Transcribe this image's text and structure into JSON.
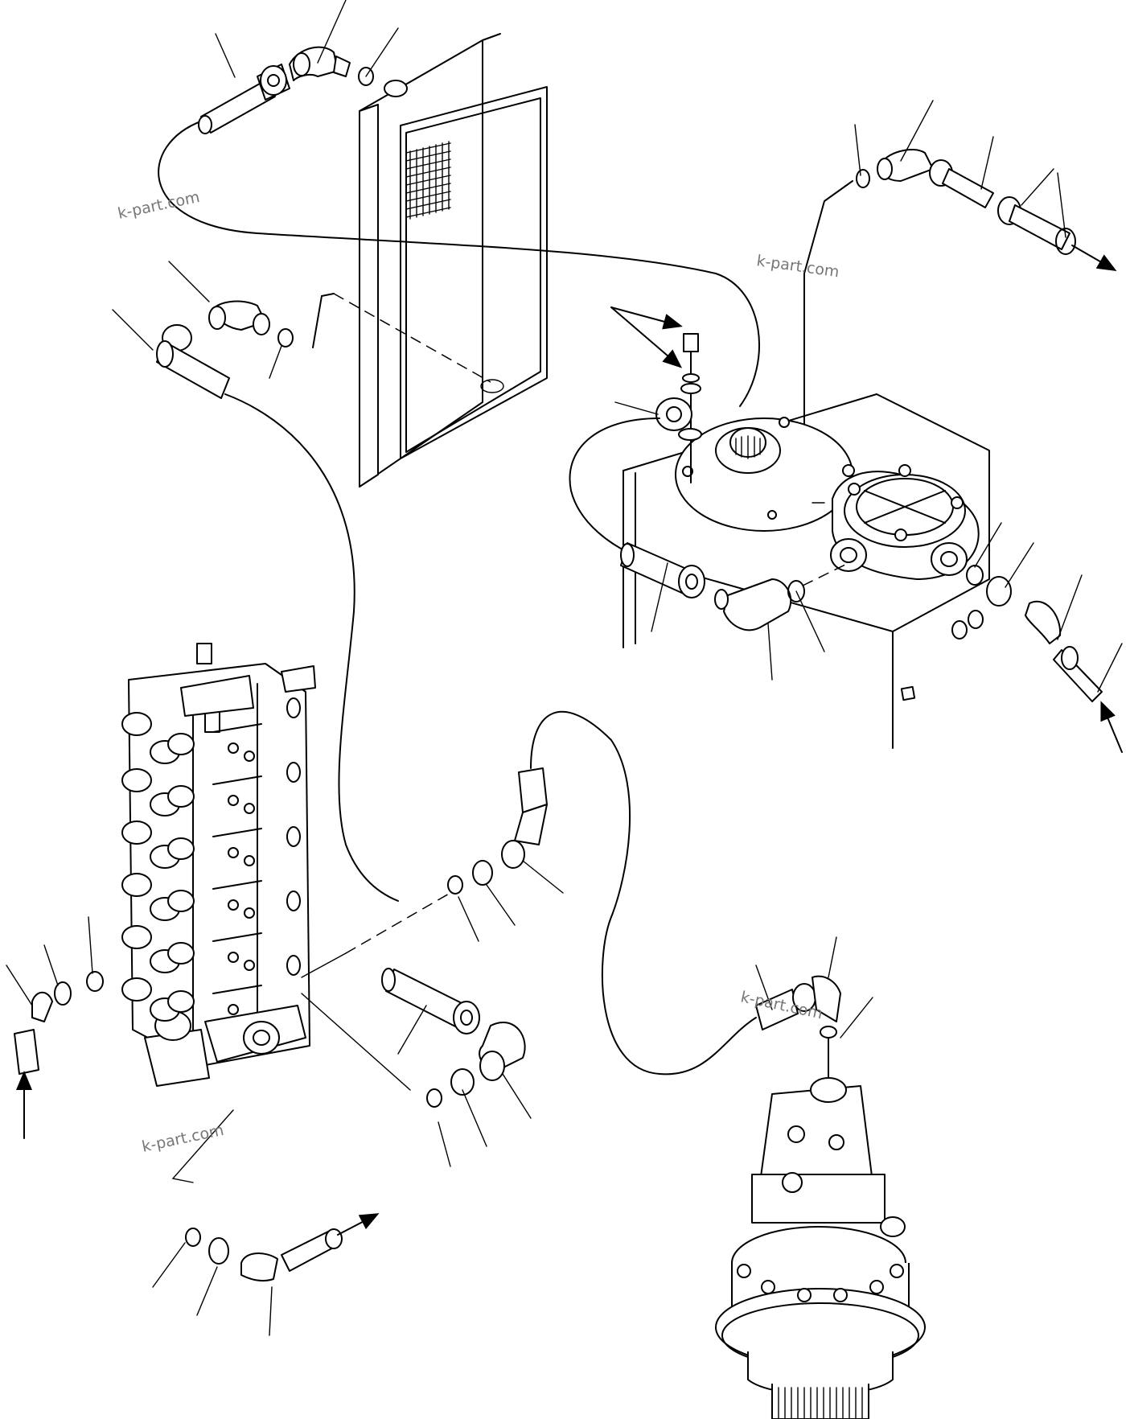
{
  "watermarks": [
    "k-part.com",
    "k-part.com",
    "k-part.com",
    "k-part.com"
  ],
  "colors": {
    "line": "#000000",
    "background": "#ffffff",
    "watermark": "#777777"
  }
}
